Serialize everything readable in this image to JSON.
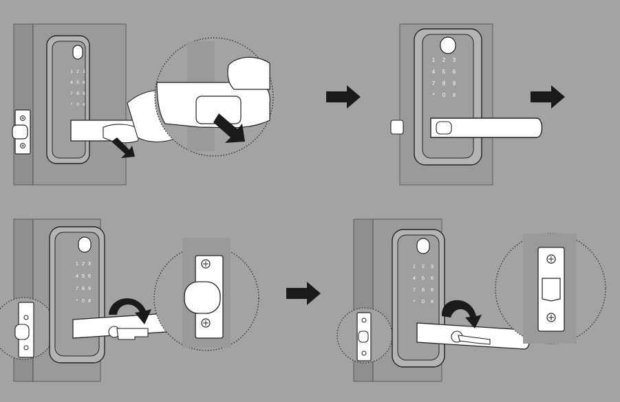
{
  "keypad": {
    "keys": [
      "1",
      "2",
      "3",
      "4",
      "5",
      "6",
      "7",
      "8",
      "9",
      "*",
      "0",
      "#"
    ]
  },
  "colors": {
    "background": "#a3a3a3",
    "door": "#9a9a9a",
    "door_edge": "#8e8e8e",
    "lock_body": "#b4b4b4",
    "lock_panel": "#9f9f9f",
    "white": "#ffffff",
    "outline": "#1a1a1a",
    "arrow": "#1a1a1a"
  },
  "icons": {
    "push_arrow": "push-arrow-icon",
    "rotate_arrow": "rotate-arrow-icon",
    "step_arrow": "step-arrow-icon",
    "fingerprint": "fingerprint-icon",
    "screw": "screw-icon",
    "key": "key-icon"
  },
  "steps": [
    {
      "id": "step-1",
      "action": "push handle"
    },
    {
      "id": "step-2",
      "action": "handle released"
    },
    {
      "id": "step-3",
      "action": "turn key"
    },
    {
      "id": "step-4",
      "action": "latch retracted"
    }
  ]
}
